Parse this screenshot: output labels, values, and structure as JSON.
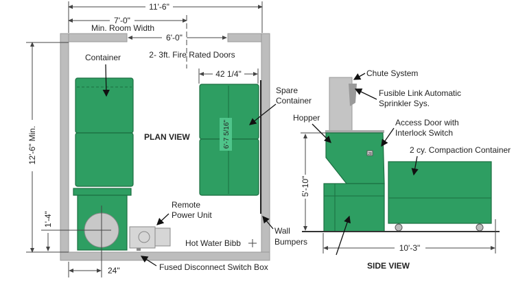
{
  "plan_view": {
    "title": "PLAN VIEW",
    "dims": {
      "overall_width": "11'-6\"",
      "min_room_width_value": "7'-0\"",
      "min_room_width_label": "Min. Room Width",
      "door_span": "6'-0\"",
      "overall_length": "12'-6\" Min.",
      "circle_offset": "1'-4\"",
      "circle_side_offset": "24\"",
      "spare_width": "42 1/4\"",
      "spare_length": "6'-7 5/16\""
    },
    "labels": {
      "doors": "2- 3ft. Fire Rated Doors",
      "container": "Container",
      "spare_line1": "Spare",
      "spare_line2": "Container",
      "remote_line1": "Remote",
      "remote_line2": "Power Unit",
      "hot_water": "Hot Water Bibb",
      "fused": "Fused Disconnect Switch Box",
      "bumpers_line1": "Wall",
      "bumpers_line2": "Bumpers"
    }
  },
  "side_view": {
    "title": "SIDE VIEW",
    "dims": {
      "height": "5'-10\"",
      "length": "10'-3\""
    },
    "labels": {
      "chute": "Chute System",
      "sprinkler_line1": "Fusible Link Automatic",
      "sprinkler_line2": "Sprinkler Sys.",
      "hopper": "Hopper",
      "access_line1": "Access Door with",
      "access_line2": "Interlock Switch",
      "compaction": "2 cy. Compaction Container",
      "badge": "28"
    }
  },
  "colors": {
    "equipment": "#2e9e62",
    "wall": "#bdbdbd"
  }
}
